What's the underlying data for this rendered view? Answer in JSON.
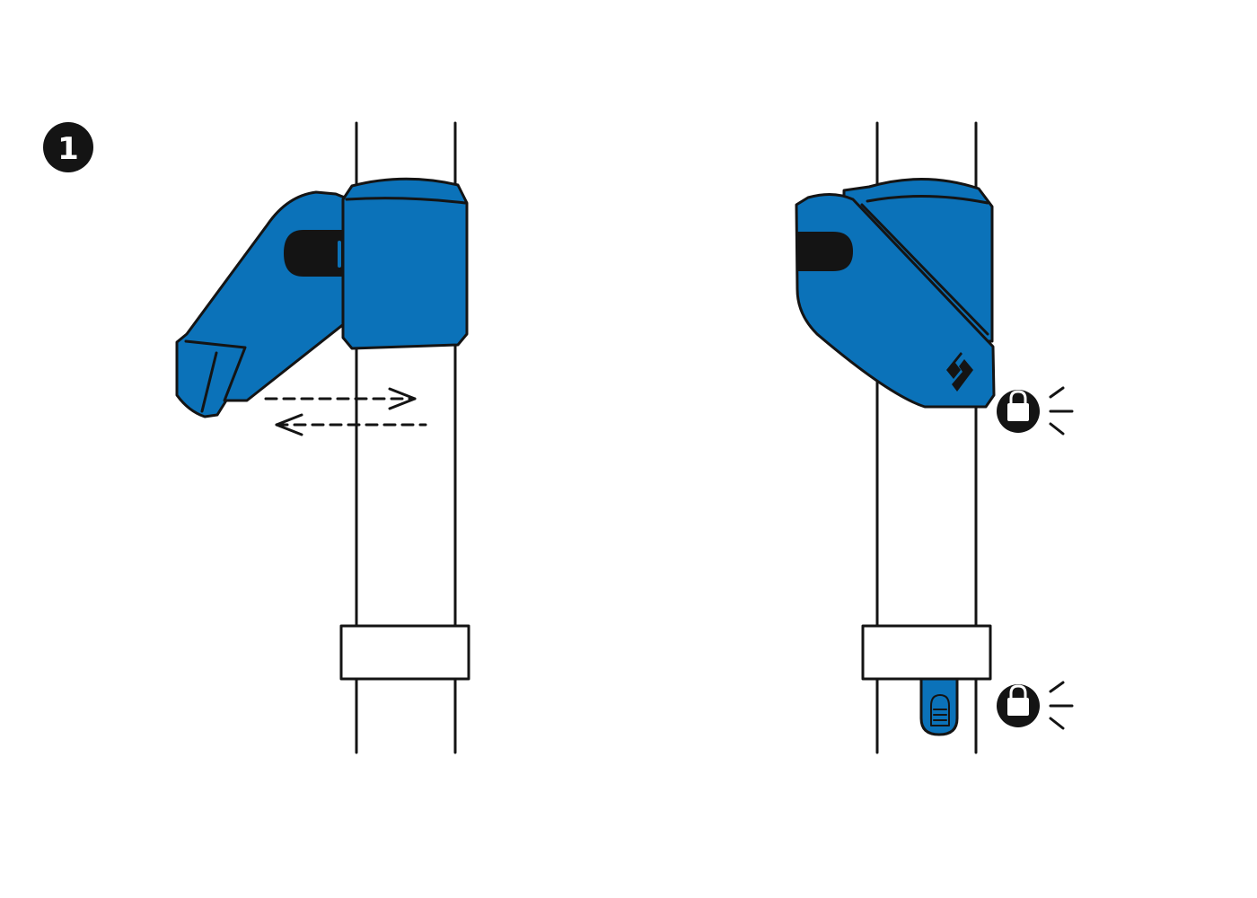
{
  "step": {
    "number": "1"
  },
  "colors": {
    "clamp_blue": "#0b72b9",
    "outline": "#141414",
    "background": "#ffffff",
    "slot": "#141414"
  },
  "figures": {
    "left": {
      "state": "open",
      "icons": [
        "slide-arrow-right-icon",
        "slide-arrow-left-icon"
      ]
    },
    "right": {
      "state": "closed",
      "icons": [
        "padlock-icon",
        "padlock-icon",
        "black-diamond-logo-icon"
      ]
    }
  }
}
